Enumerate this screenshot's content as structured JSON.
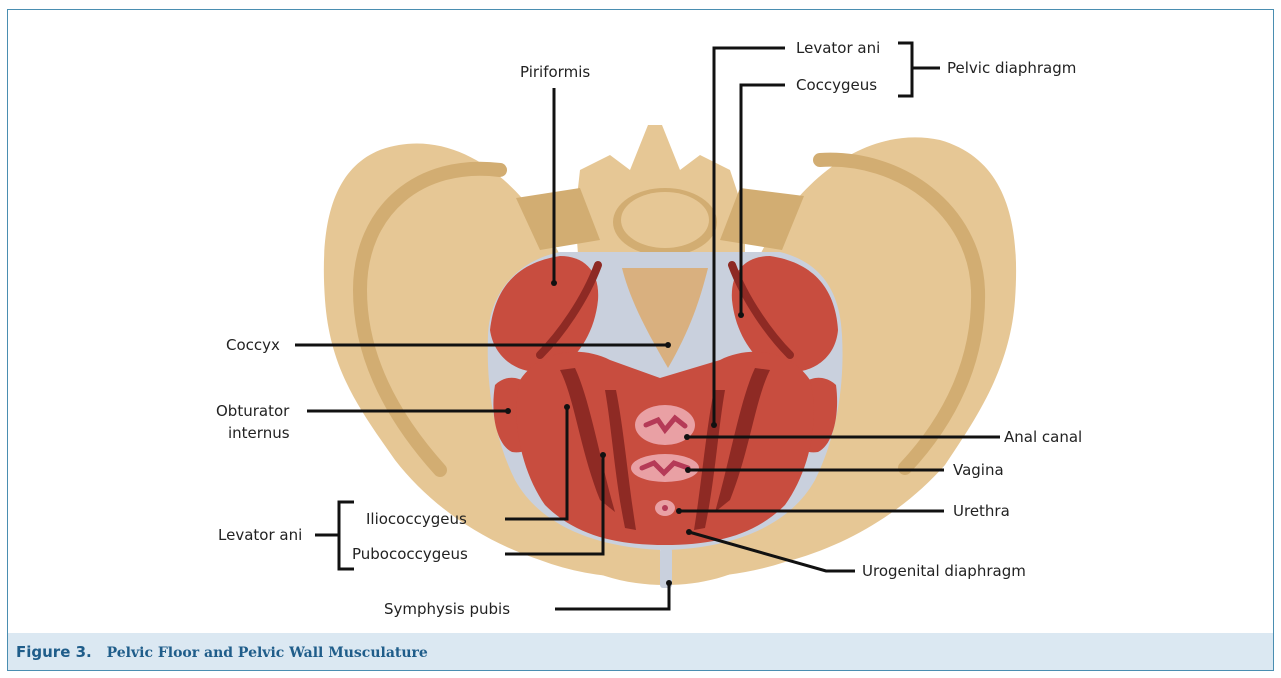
{
  "figure": {
    "number": "Figure 3.",
    "caption": "Pelvic Floor and Pelvic Wall Musculature"
  },
  "labels": {
    "piriformis": "Piriformis",
    "levator_ani_top": "Levator ani",
    "coccygeus": "Coccygeus",
    "pelvic_diaphragm": "Pelvic diaphragm",
    "coccyx": "Coccyx",
    "obturator_line1": "Obturator",
    "obturator_line2": "internus",
    "anal_canal": "Anal canal",
    "vagina": "Vagina",
    "urethra": "Urethra",
    "urogenital_diaphragm": "Urogenital diaphragm",
    "levator_ani_left": "Levator ani",
    "iliococcygeus": "Iliococcygeus",
    "pubococcygeus": "Pubococcygeus",
    "symphysis_pubis": "Symphysis pubis"
  },
  "colors": {
    "frame": "#4a8eb1",
    "caption_bg": "#dbe8f2",
    "caption_text": "#1f5d8a",
    "bone": "#e6c795",
    "bone_shadow": "#d2ad72",
    "bone_dark": "#c29a5e",
    "fascia": "#c9d0dd",
    "muscle": "#c84d3f",
    "muscle_dark": "#8e2a24",
    "muscle_light": "#de7a60",
    "orifice": "#e9a0a4",
    "orifice_dark": "#b53a57",
    "leader": "#111111"
  }
}
